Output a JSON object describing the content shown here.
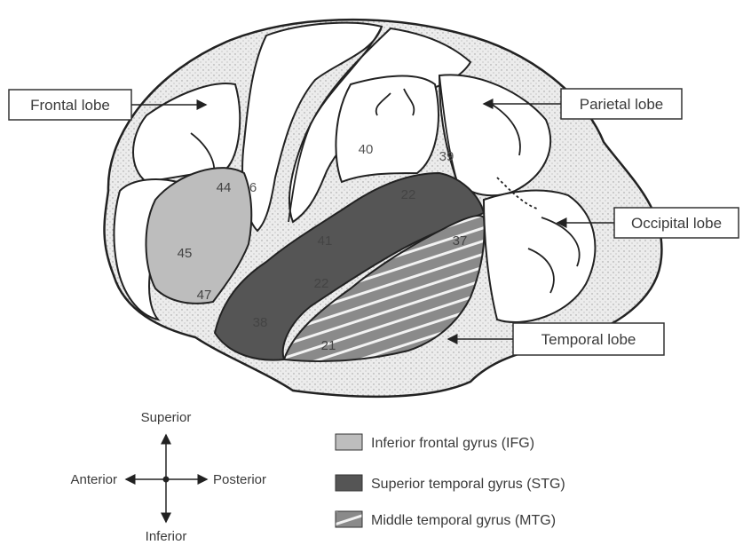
{
  "lobes": {
    "frontal": "Frontal lobe",
    "parietal": "Parietal lobe",
    "occipital": "Occipital lobe",
    "temporal": "Temporal lobe"
  },
  "areas": {
    "a44": "44",
    "a6": "6",
    "a40": "40",
    "a39": "39",
    "a45": "45",
    "a47": "47",
    "a22_top": "22",
    "a37": "37",
    "a41": "41",
    "a22_mid": "22",
    "a38": "38",
    "a21": "21"
  },
  "directions": {
    "superior": "Superior",
    "inferior": "Inferior",
    "anterior": "Anterior",
    "posterior": "Posterior"
  },
  "legend": [
    {
      "label": "Inferior frontal gyrus (IFG)",
      "color": "#bdbdbd"
    },
    {
      "label": "Superior temporal gyrus (STG)",
      "color": "#555555"
    },
    {
      "label": "Middle temporal gyrus (MTG)",
      "color": "#8a8a8a"
    }
  ],
  "colors": {
    "ifg": "#bdbdbd",
    "stg": "#555555",
    "mtg": "#8a8a8a",
    "cortex": "#e6e6e6"
  }
}
